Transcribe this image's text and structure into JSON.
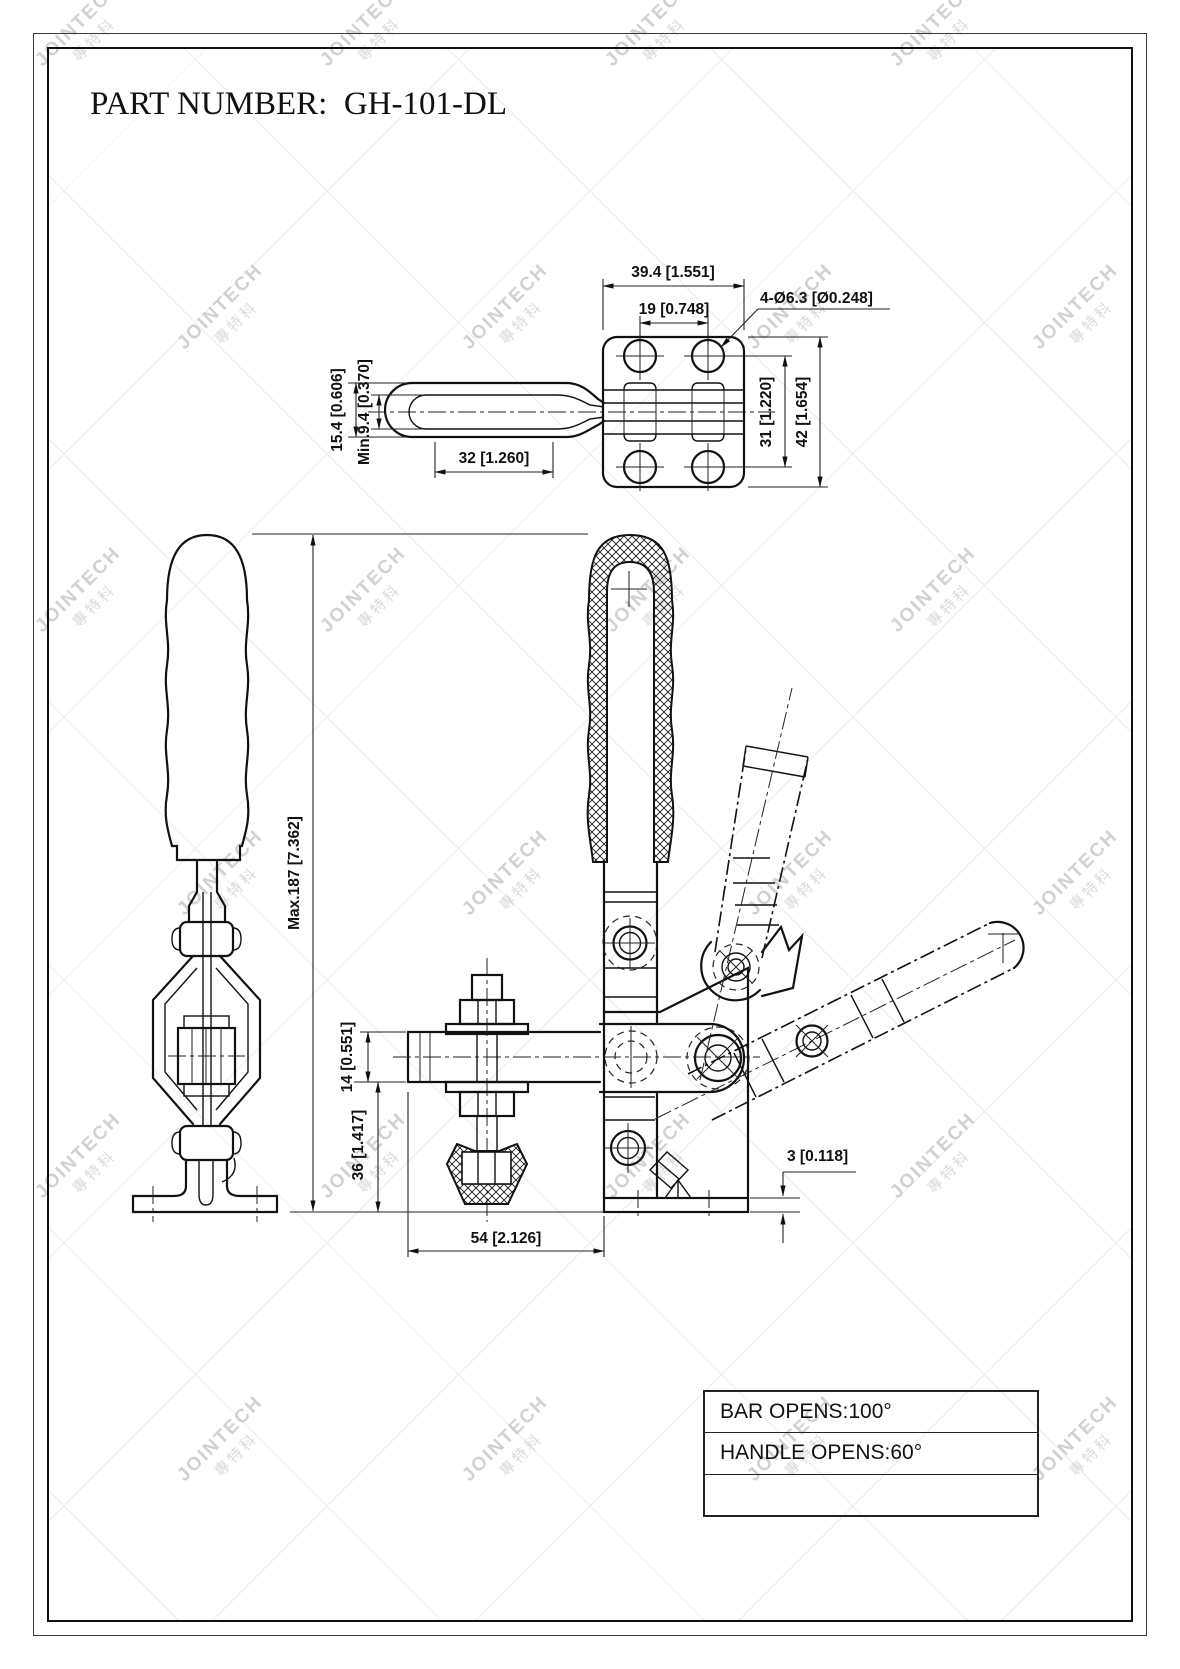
{
  "title": "PART NUMBER:  GH-101-DL",
  "part_number": "GH-101-DL",
  "watermark": {
    "latin": "JOINTECH",
    "cjk": "專特科"
  },
  "dimensions": {
    "base_width": "39.4 [1.551]",
    "hole_spacing_x": "19 [0.748]",
    "mounting_holes": "4-Ø6.3 [Ø0.248]",
    "hole_spacing_y": "31 [1.220]",
    "base_length": "42 [1.654]",
    "bar_width": "15.4 [0.606]",
    "bar_slot_width": "Min.9.4 [0.370]",
    "slot_length": "32 [1.260]",
    "max_height": "Max.187 [7.362]",
    "bar_thickness": "14 [0.551]",
    "spindle_clearance": "36 [1.417]",
    "bar_reach": "54 [2.126]",
    "base_plate_thickness": "3 [0.118]"
  },
  "spec_table": {
    "rows": [
      "BAR OPENS:100°",
      "HANDLE OPENS:60°",
      ""
    ]
  }
}
